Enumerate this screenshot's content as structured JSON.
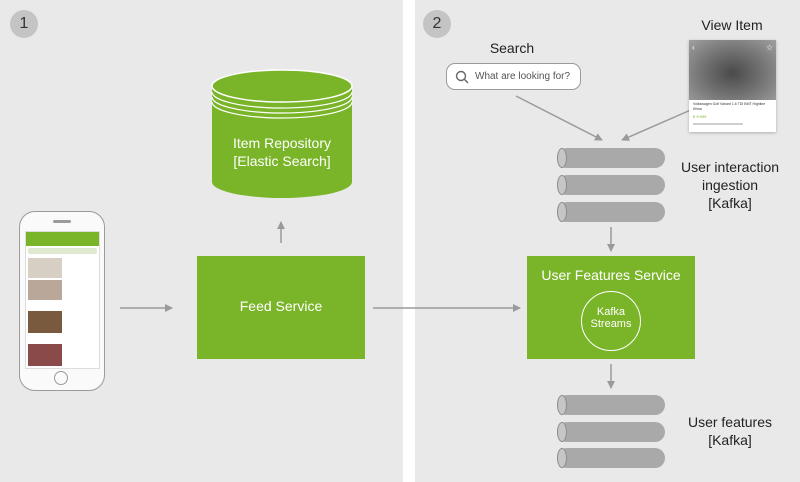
{
  "steps": {
    "one": "1",
    "two": "2"
  },
  "search": {
    "title": "Search",
    "placeholder": "What are looking for?"
  },
  "view_item": {
    "title": "View Item",
    "card_title": "Volkswagen Golf Variant 1.6 TDI BMT Highline Klima",
    "card_price": "€ 9.999"
  },
  "item_repository": {
    "line1": "Item Repository",
    "line2": "[Elastic Search]"
  },
  "feed_service": {
    "label": "Feed Service"
  },
  "user_features_service": {
    "label": "User Features Service",
    "inner_line1": "Kafka",
    "inner_line2": "Streams"
  },
  "ingestion": {
    "line1": "User interaction",
    "line2": "ingestion",
    "line3": "[Kafka]"
  },
  "user_features": {
    "line1": "User features",
    "line2": "[Kafka]"
  },
  "colors": {
    "green": "#7ab529",
    "panel": "#e9e9e9",
    "arrow": "#9a9a9a",
    "tube": "#a9a9a9"
  }
}
